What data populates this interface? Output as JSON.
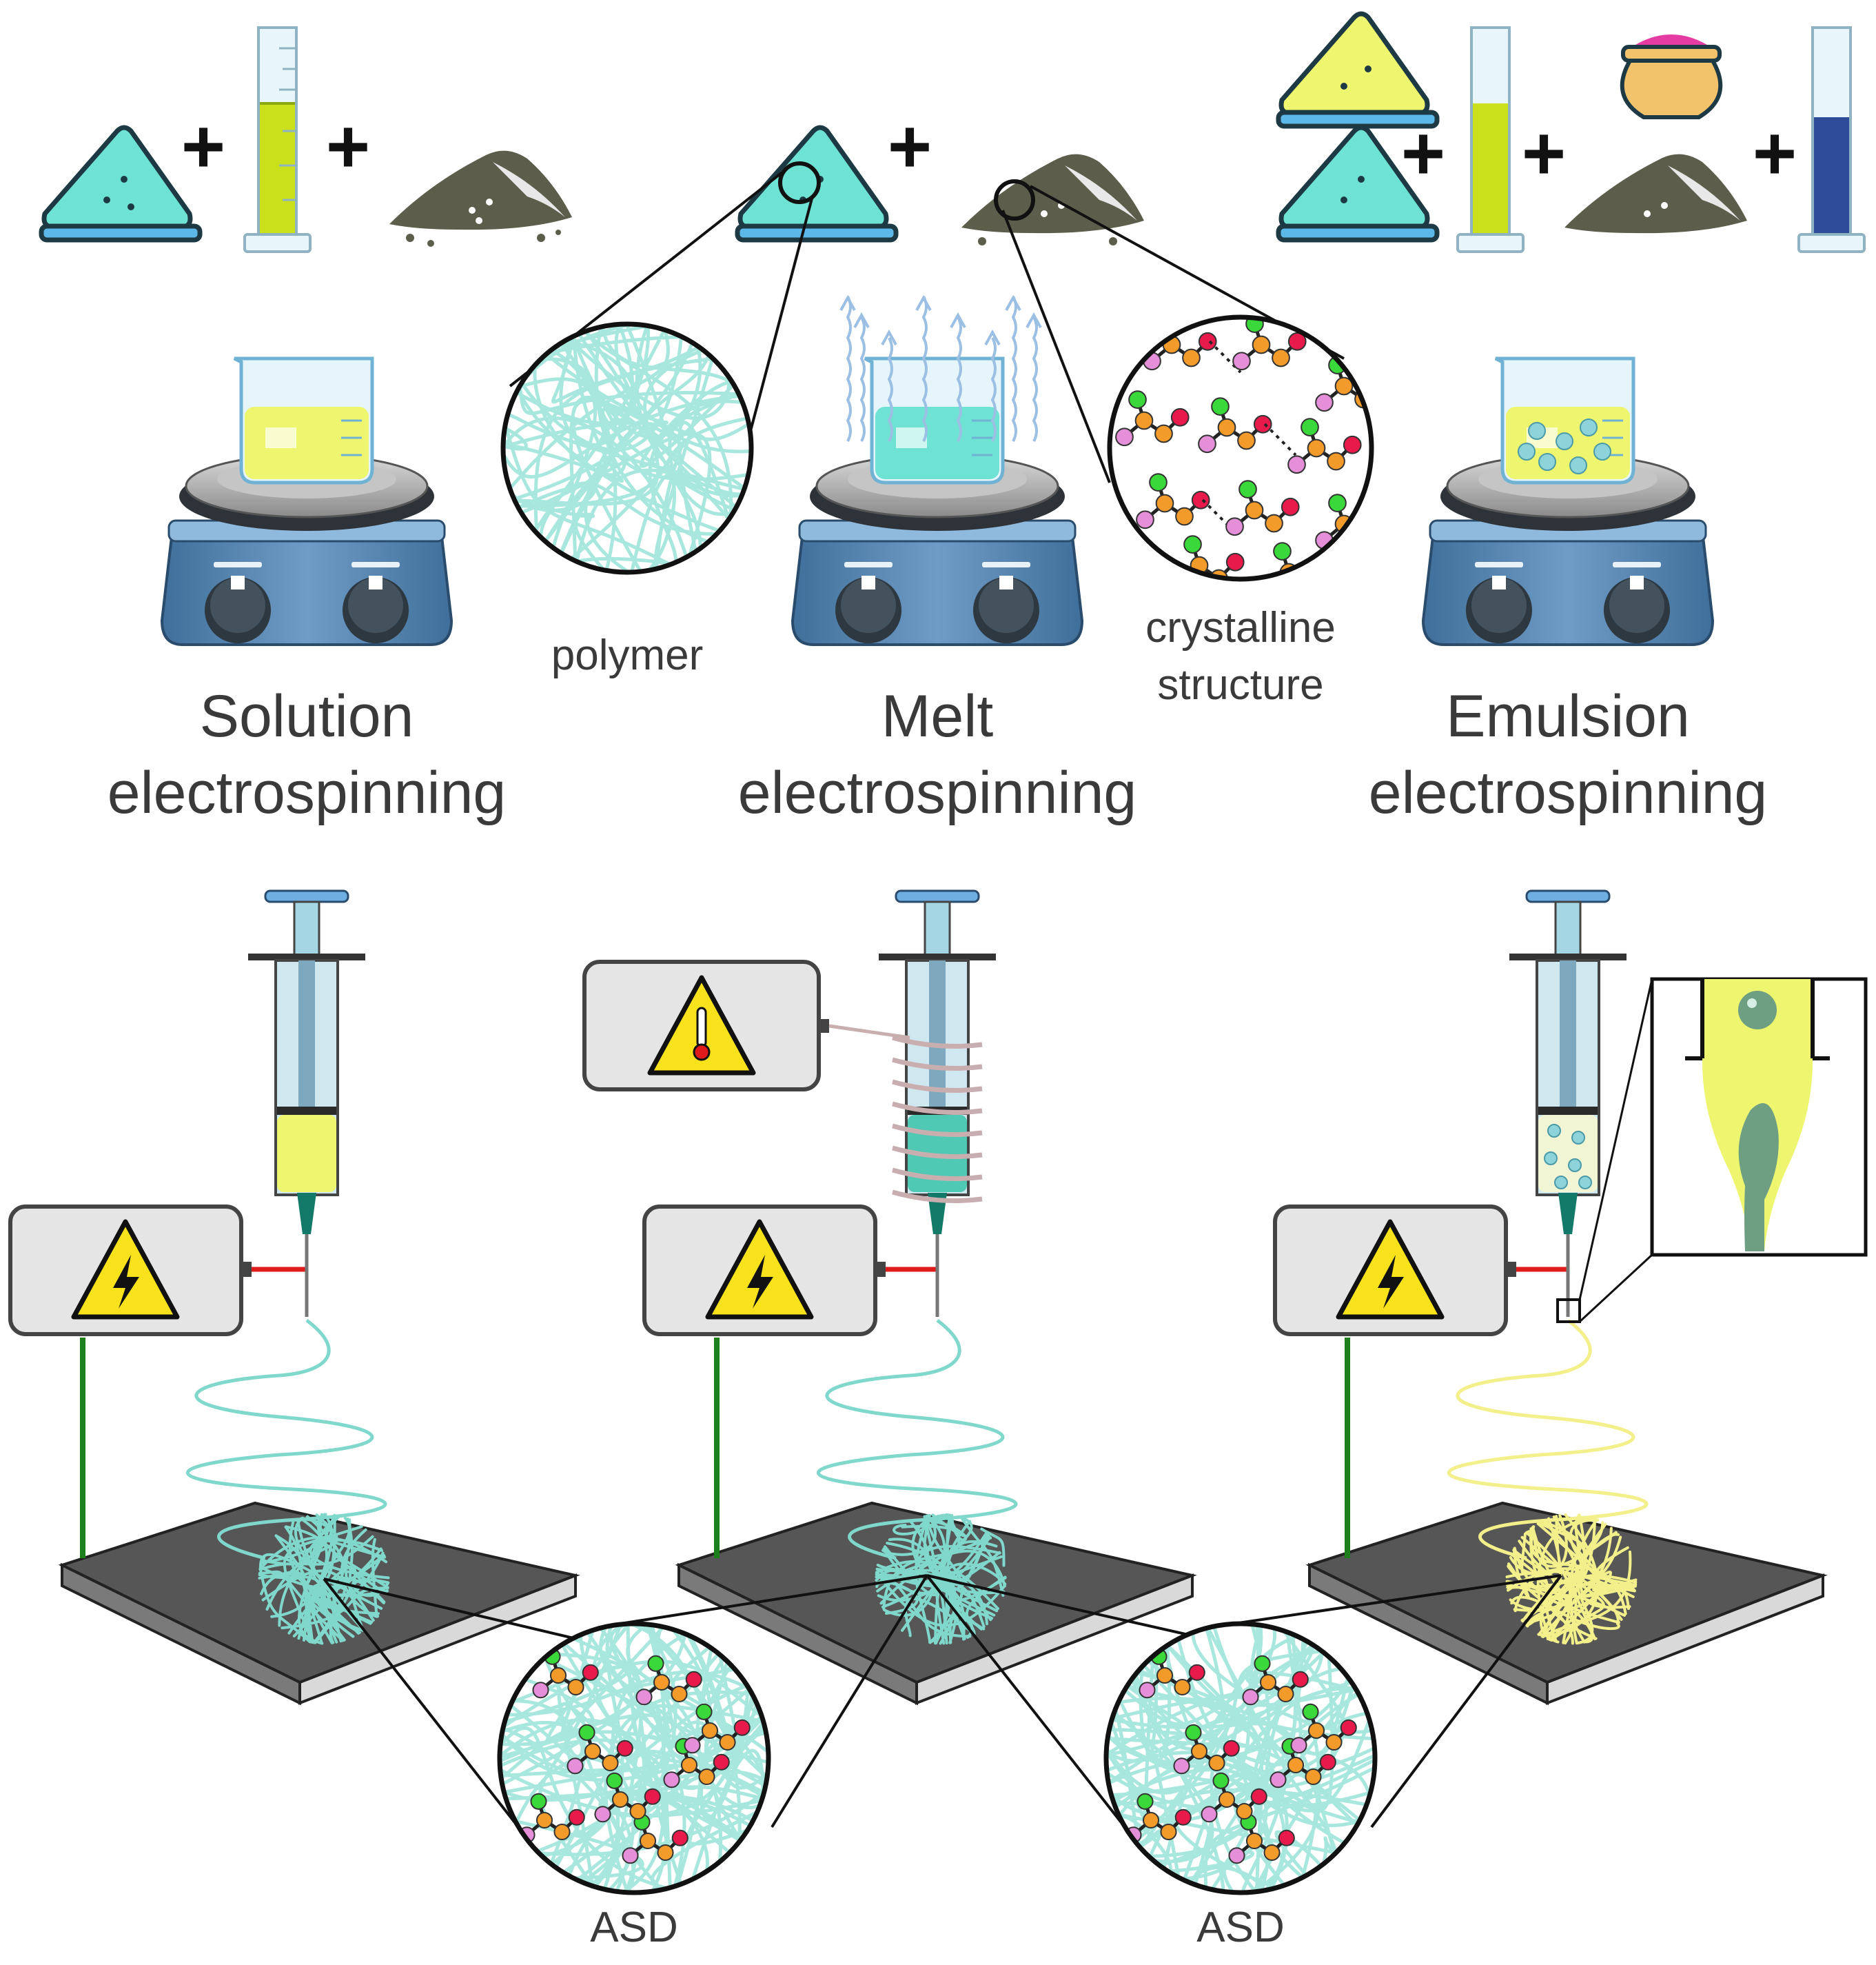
{
  "methods": [
    {
      "title": "Solution",
      "subtitle": "electrospinning"
    },
    {
      "title": "Melt",
      "subtitle": "electrospinning"
    },
    {
      "title": "Emulsion",
      "subtitle": "electrospinning"
    }
  ],
  "zoom_labels": {
    "polymer": "polymer",
    "crystalline_line1": "crystalline",
    "crystalline_line2": "structure"
  },
  "asd_labels": [
    "ASD",
    "ASD"
  ],
  "operators": {
    "plus": "+"
  },
  "colors": {
    "polymer_teal": "#6fe3d3",
    "solution_yellow": "#eef56e",
    "fiber_teal": "#7fd8cb",
    "fiber_yellow": "#f3ef8a",
    "drug_powder": "#5d5d4b",
    "collector": "#565656",
    "ground_wire": "#1c7f1c",
    "hv_wire": "#e01b1b",
    "warning_yellow": "#f7e21b",
    "atom_orange": "#f29a2a",
    "atom_green": "#3ad83a",
    "atom_red": "#e8194b",
    "atom_pink": "#e58fd8"
  },
  "icons": [
    "polymer-powder-icon",
    "graduated-cylinder-icon",
    "drug-powder-icon",
    "beaker-icon",
    "hotplate-stirrer-icon",
    "syringe-icon",
    "high-voltage-warning-icon",
    "temperature-warning-icon",
    "collector-plate-icon"
  ]
}
